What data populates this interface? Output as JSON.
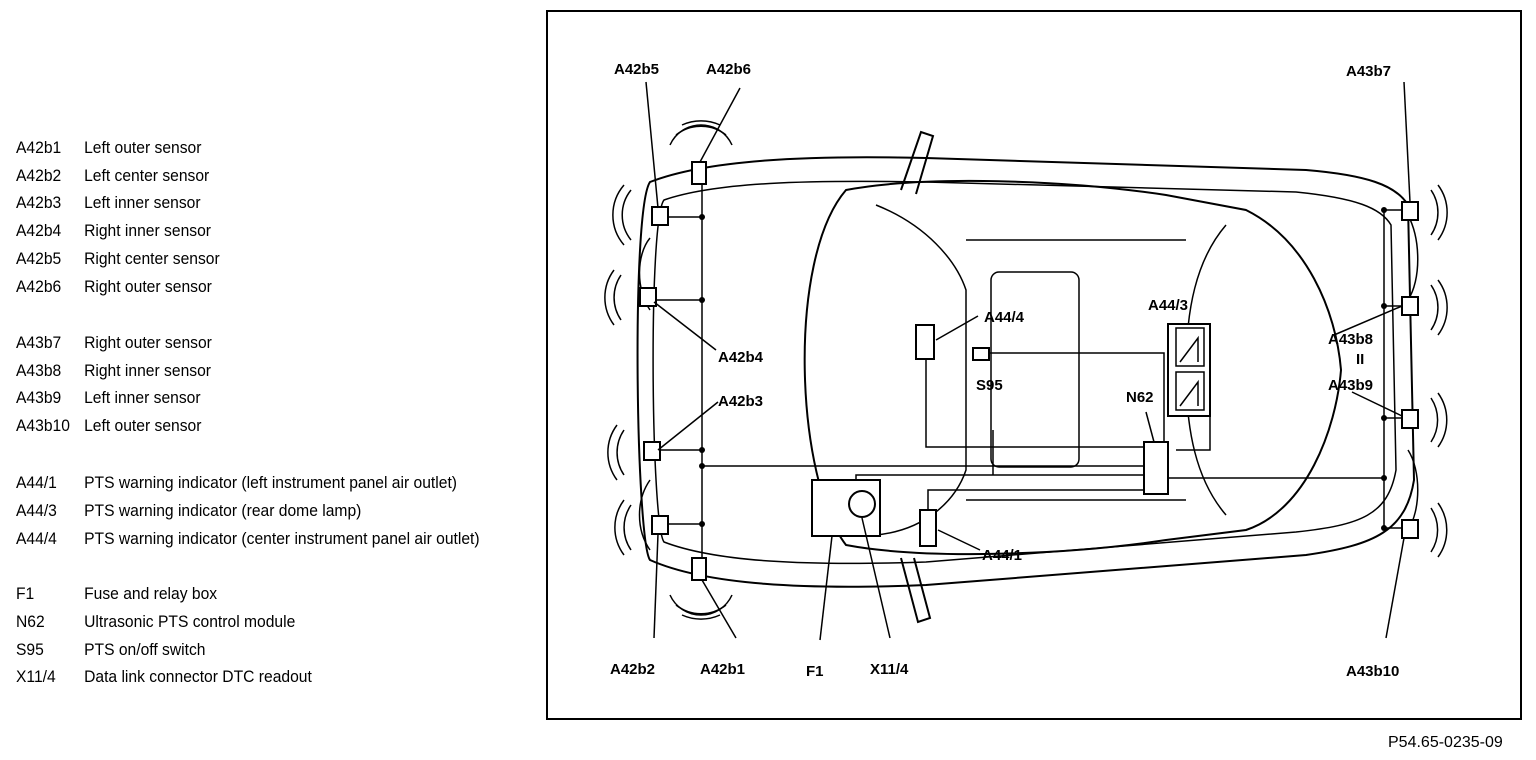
{
  "legend": [
    {
      "code": "A42b1",
      "desc": "Left outer sensor"
    },
    {
      "code": "A42b2",
      "desc": "Left center sensor"
    },
    {
      "code": "A42b3",
      "desc": "Left inner sensor"
    },
    {
      "code": "A42b4",
      "desc": "Right inner sensor"
    },
    {
      "code": "A42b5",
      "desc": "Right center sensor"
    },
    {
      "code": "A42b6",
      "desc": "Right outer sensor"
    },
    {
      "code": "A43b7",
      "desc": "Right outer sensor"
    },
    {
      "code": "A43b8",
      "desc": "Right inner sensor"
    },
    {
      "code": "A43b9",
      "desc": "Left inner sensor"
    },
    {
      "code": "A43b10",
      "desc": "Left outer sensor"
    },
    {
      "code": "A44/1",
      "desc": "PTS warning indicator (left instrument panel air outlet)"
    },
    {
      "code": "A44/3",
      "desc": "PTS warning indicator (rear dome lamp)"
    },
    {
      "code": "A44/4",
      "desc": "PTS warning indicator (center instrument panel air outlet)"
    },
    {
      "code": "F1",
      "desc": "Fuse and relay box"
    },
    {
      "code": "N62",
      "desc": "Ultrasonic PTS control module"
    },
    {
      "code": "S95",
      "desc": "PTS on/off switch"
    },
    {
      "code": "X11/4",
      "desc": "Data link connector DTC readout"
    }
  ],
  "diagram_labels": {
    "a42b5": "A42b5",
    "a42b6": "A42b6",
    "a43b7": "A43b7",
    "a42b4": "A42b4",
    "a42b3": "A42b3",
    "a44_4": "A44/4",
    "a44_3": "A44/3",
    "s95": "S95",
    "n62": "N62",
    "a43b8": "A43b8",
    "separator": "II",
    "a43b9": "A43b9",
    "a44_1": "A44/1",
    "a42b2": "A42b2",
    "a42b1": "A42b1",
    "f1": "F1",
    "x11_4": "X11/4",
    "a43b10": "A43b10"
  },
  "figure_ref": "P54.65-0235-09"
}
